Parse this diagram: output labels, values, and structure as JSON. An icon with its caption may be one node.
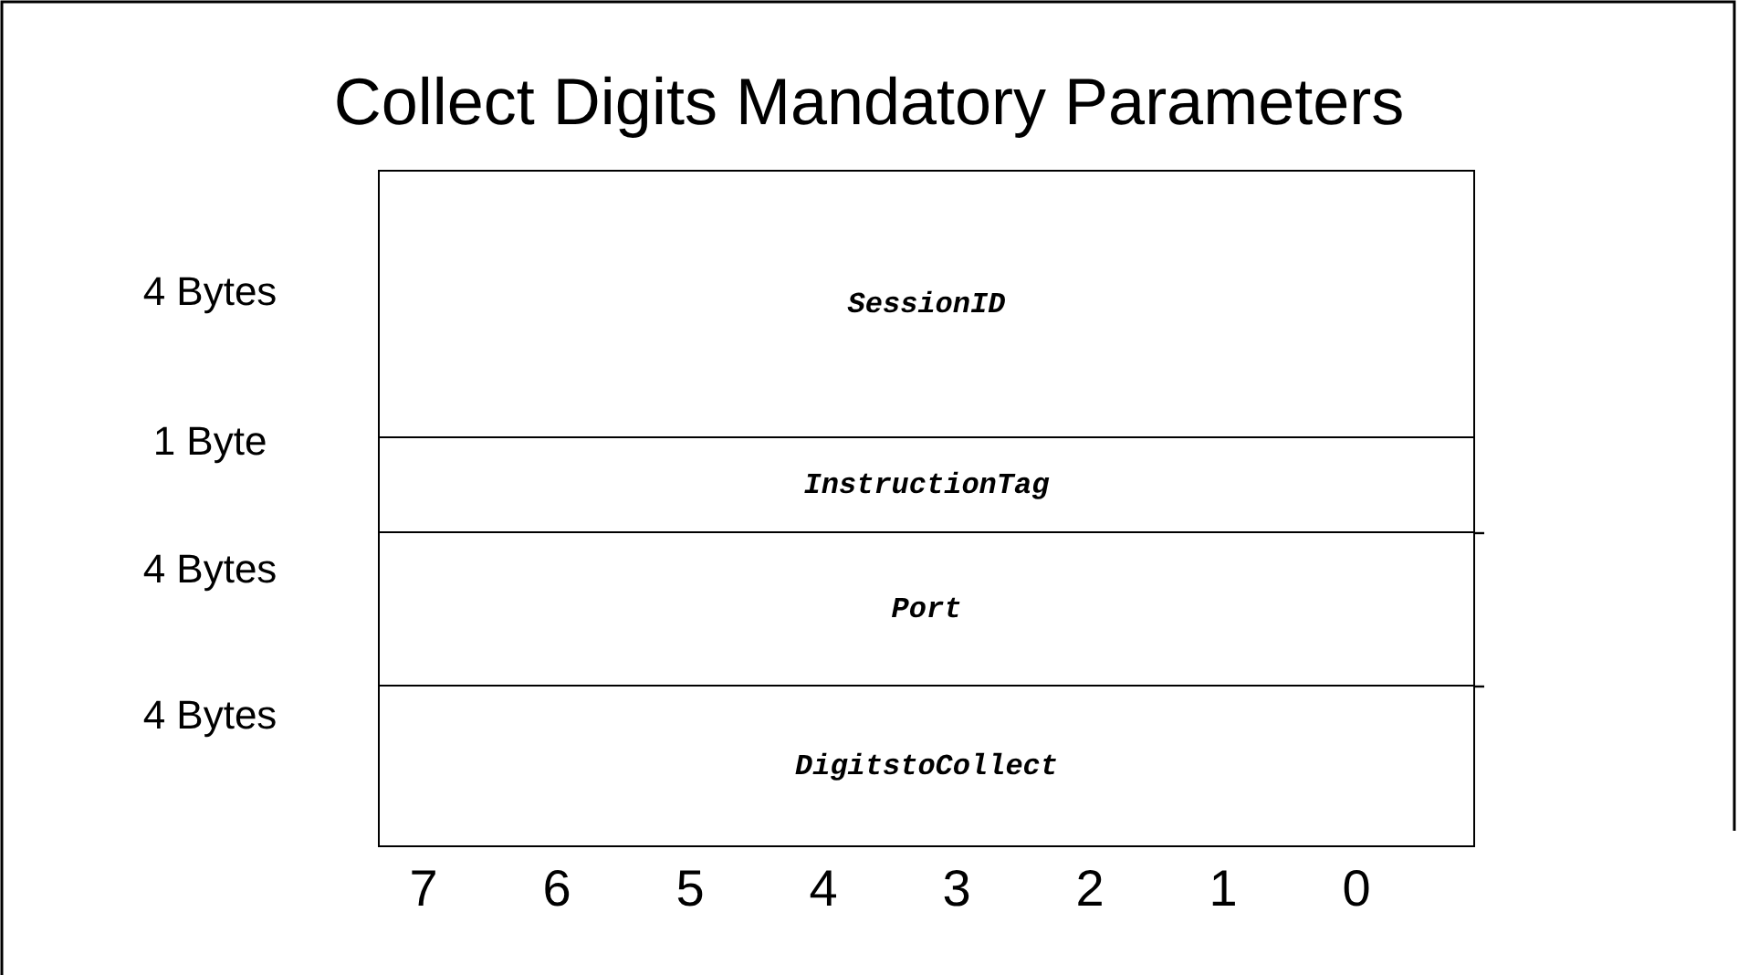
{
  "diagram": {
    "title": "Collect Digits Mandatory Parameters",
    "nodes": [
      {
        "text": [
          "SessionID"
        ],
        "beside": [
          "4 Bytes"
        ]
      },
      {
        "text": [
          "InstructionTag"
        ],
        "beside": [
          "1 Byte"
        ]
      },
      {
        "text": [
          "Port"
        ],
        "beside": [
          "4 Bytes"
        ]
      },
      {
        "text": [
          "DigitstoCollect"
        ],
        "beside": [
          "4 Bytes"
        ]
      }
    ],
    "labels": [
      "7",
      "6",
      "5",
      "4",
      "3",
      "2",
      "1",
      "0"
    ]
  }
}
